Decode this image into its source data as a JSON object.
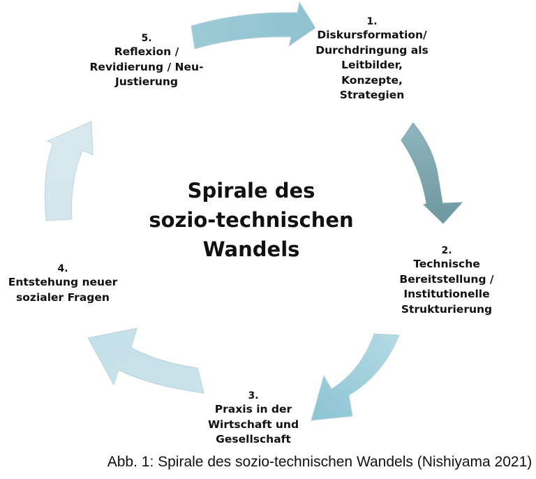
{
  "diagram": {
    "title_lines": [
      "Spirale des",
      "sozio-technischen",
      "Wandels"
    ],
    "steps": [
      {
        "number": "1.",
        "lines": [
          "Diskursformation/",
          "Durchdringung als",
          "Leitbilder,",
          "Konzepte,",
          "Strategien"
        ]
      },
      {
        "number": "2.",
        "lines": [
          "Technische",
          "Bereitstellung /",
          "Institutionelle",
          "Strukturierung"
        ]
      },
      {
        "number": "3.",
        "lines": [
          "Praxis in der",
          "Wirtschaft und",
          "Gesellschaft"
        ]
      },
      {
        "number": "4.",
        "lines": [
          "Entstehung neuer",
          "sozialer Fragen"
        ]
      },
      {
        "number": "5.",
        "lines": [
          "Reflexion /",
          "Revidierung / Neu-",
          "Justierung"
        ]
      }
    ],
    "arrow_colors": {
      "light": "#dbe9ef",
      "mid": "#a7d0dc",
      "dark": "#7ea3ab",
      "stroke": "#b9d4dc"
    }
  },
  "caption": "Abb. 1: Spirale des sozio-technischen Wandels (Nishiyama 2021)"
}
